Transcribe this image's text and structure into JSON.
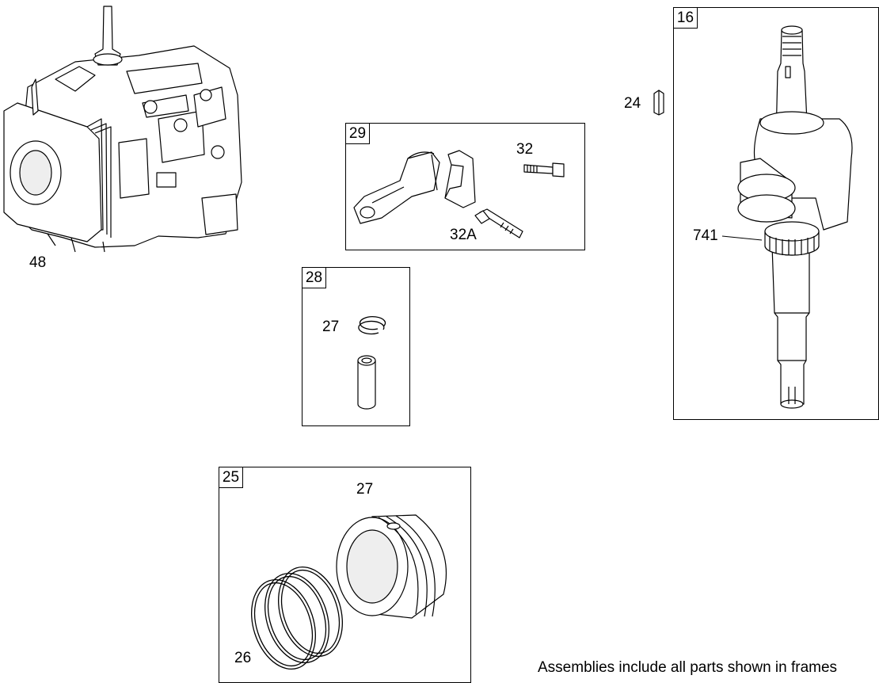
{
  "frames": {
    "f29": {
      "label": "29"
    },
    "f28": {
      "label": "28"
    },
    "f25": {
      "label": "25"
    },
    "f16": {
      "label": "16"
    }
  },
  "callouts": {
    "c48": "48",
    "c24": "24",
    "c32": "32",
    "c32a": "32A",
    "c27a": "27",
    "c27b": "27",
    "c741": "741",
    "c26": "26"
  },
  "footer_note": "Assemblies include all parts shown in frames",
  "colors": {
    "line": "#000000",
    "background": "#ffffff",
    "shade": "#d8d8d8"
  },
  "parts": [
    "engine-block-icon",
    "connecting-rod-icon",
    "rod-cap-icon",
    "bolt-icon",
    "retaining-ring-icon",
    "piston-pin-icon",
    "piston-icon",
    "piston-ring-set-icon",
    "crankshaft-icon",
    "key-icon",
    "timing-gear-icon"
  ]
}
